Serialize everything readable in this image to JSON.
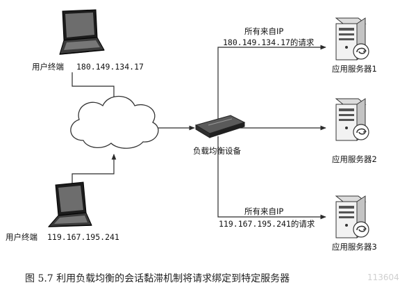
{
  "diagram": {
    "terminal_1": {
      "label": "用户终端",
      "ip": "180.149.134.17"
    },
    "terminal_2": {
      "label": "用户终端",
      "ip": "119.167.195.241"
    },
    "load_balancer": {
      "label": "负载均衡设备"
    },
    "edge_top": {
      "line1": "所有来自IP",
      "line2": "180.149.134.17的请求"
    },
    "edge_bottom": {
      "line1": "所有来自IP",
      "line2": "119.167.195.241的请求"
    },
    "servers": [
      {
        "label": "应用服务器1"
      },
      {
        "label": "应用服务器2"
      },
      {
        "label": "应用服务器3"
      }
    ]
  },
  "caption": "图 5.7   利用负载均衡的会话黏滞机制将请求绑定到特定服务器",
  "watermark": "113604",
  "colors": {
    "line": "#2b2b2b",
    "device_dark": "#3a3a3a",
    "server_body": "#f2f2f2"
  },
  "icons": [
    "laptop-icon",
    "cloud-icon",
    "router-icon",
    "server-icon"
  ]
}
